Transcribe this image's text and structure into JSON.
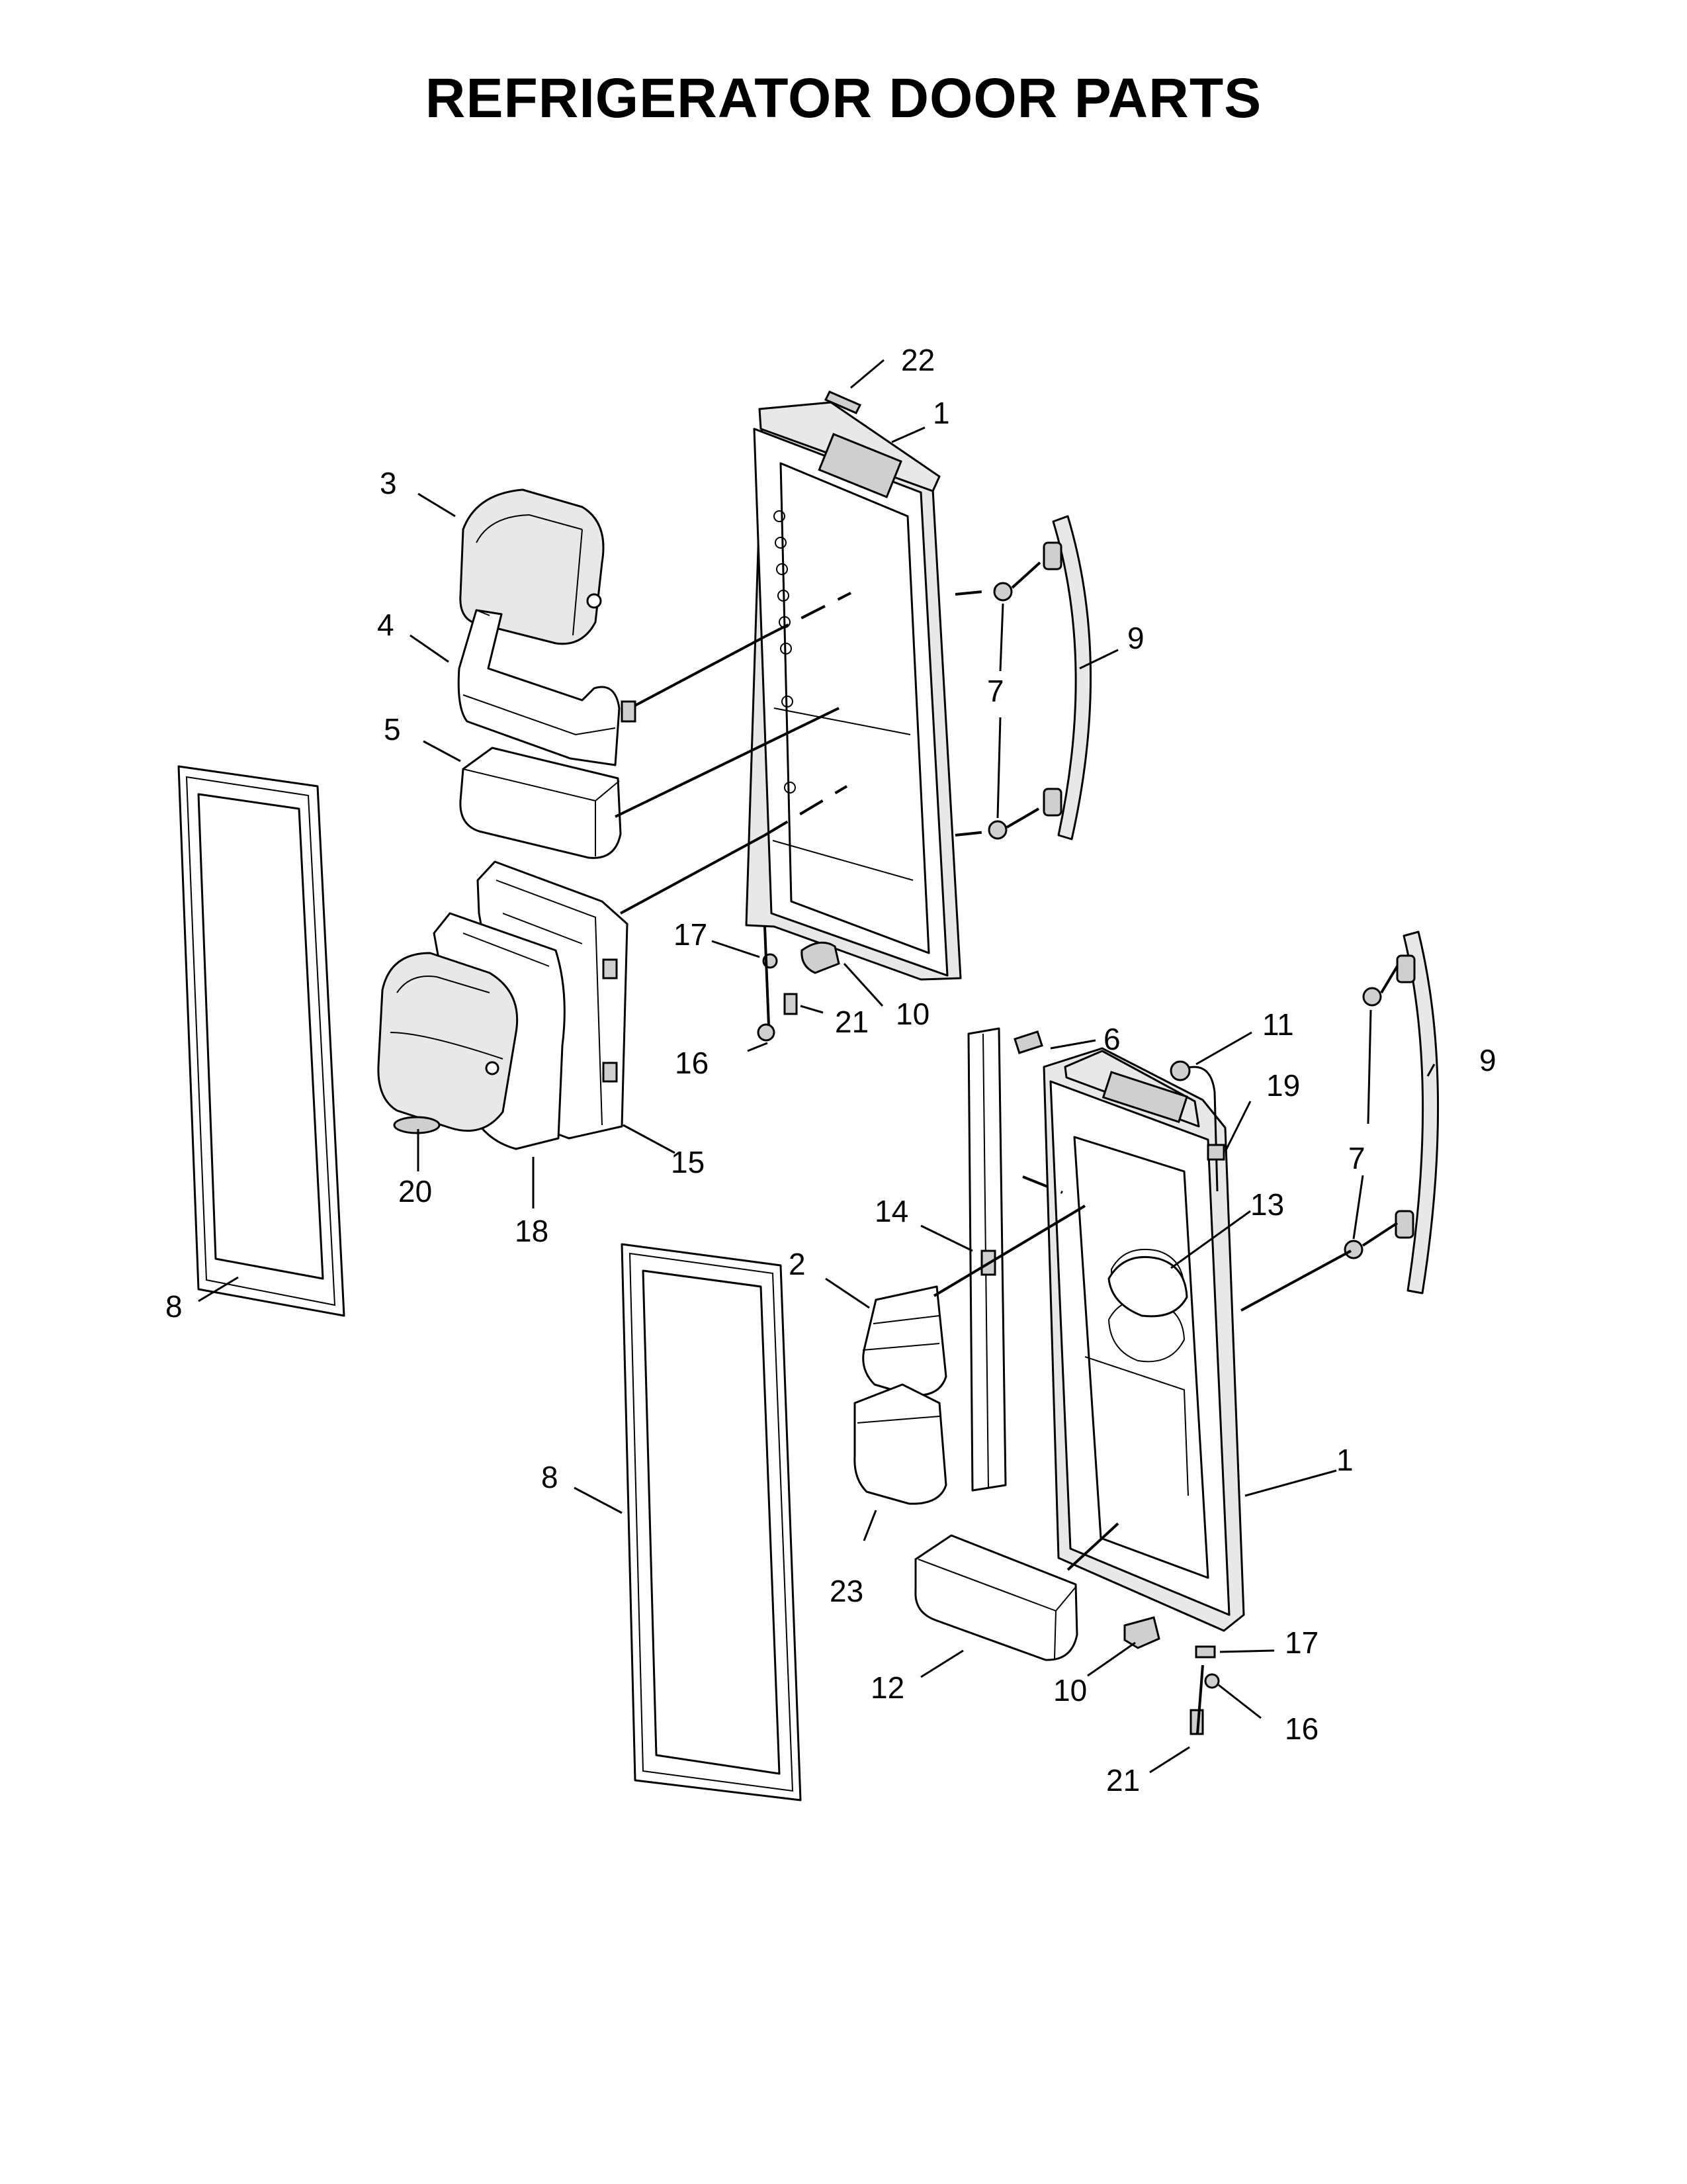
{
  "title": "REFRIGERATOR DOOR PARTS",
  "callouts": [
    {
      "num": "22"
    },
    {
      "num": "1"
    },
    {
      "num": "3"
    },
    {
      "num": "4"
    },
    {
      "num": "9"
    },
    {
      "num": "7"
    },
    {
      "num": "5"
    },
    {
      "num": "17"
    },
    {
      "num": "10"
    },
    {
      "num": "6"
    },
    {
      "num": "11"
    },
    {
      "num": "9"
    },
    {
      "num": "21"
    },
    {
      "num": "16"
    },
    {
      "num": "19"
    },
    {
      "num": "7"
    },
    {
      "num": "15"
    },
    {
      "num": "20"
    },
    {
      "num": "18"
    },
    {
      "num": "13"
    },
    {
      "num": "14"
    },
    {
      "num": "2"
    },
    {
      "num": "8"
    },
    {
      "num": "1"
    },
    {
      "num": "8"
    },
    {
      "num": "23"
    },
    {
      "num": "17"
    },
    {
      "num": "12"
    },
    {
      "num": "10"
    },
    {
      "num": "16"
    },
    {
      "num": "21"
    }
  ]
}
